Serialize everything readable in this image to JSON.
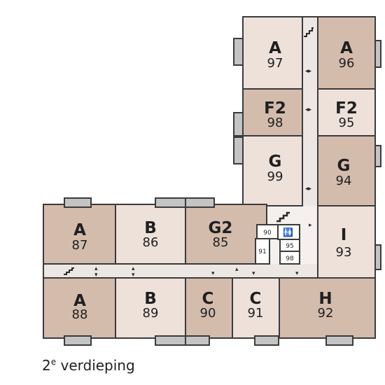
{
  "map": {
    "rooms": [
      {
        "id": "97",
        "letter": "A",
        "number": "97"
      },
      {
        "id": "96",
        "letter": "A",
        "number": "96"
      },
      {
        "id": "98",
        "letter": "F2",
        "number": "98"
      },
      {
        "id": "95",
        "letter": "F2",
        "number": "95"
      },
      {
        "id": "99",
        "letter": "G",
        "number": "99"
      },
      {
        "id": "94",
        "letter": "G",
        "number": "94"
      },
      {
        "id": "93",
        "letter": "I",
        "number": "93"
      },
      {
        "id": "87",
        "letter": "A",
        "number": "87"
      },
      {
        "id": "86",
        "letter": "B",
        "number": "86"
      },
      {
        "id": "85",
        "letter": "G2",
        "number": "85"
      },
      {
        "id": "88",
        "letter": "A",
        "number": "88"
      },
      {
        "id": "89",
        "letter": "B",
        "number": "89"
      },
      {
        "id": "90",
        "letter": "C",
        "number": "90"
      },
      {
        "id": "91",
        "letter": "C",
        "number": "91"
      },
      {
        "id": "92",
        "letter": "H",
        "number": "92"
      }
    ],
    "small_rooms": [
      "90",
      "91",
      "95",
      "98"
    ],
    "colors": {
      "dark_room": "#d4bcad",
      "light_room": "#ede1da",
      "corridor": "#ece7e3",
      "wall": "#3b3b3b",
      "tab": "#c4c4c4"
    }
  },
  "floor_label": {
    "ordinal": "2",
    "suffix": "e",
    "name": "verdieping"
  }
}
